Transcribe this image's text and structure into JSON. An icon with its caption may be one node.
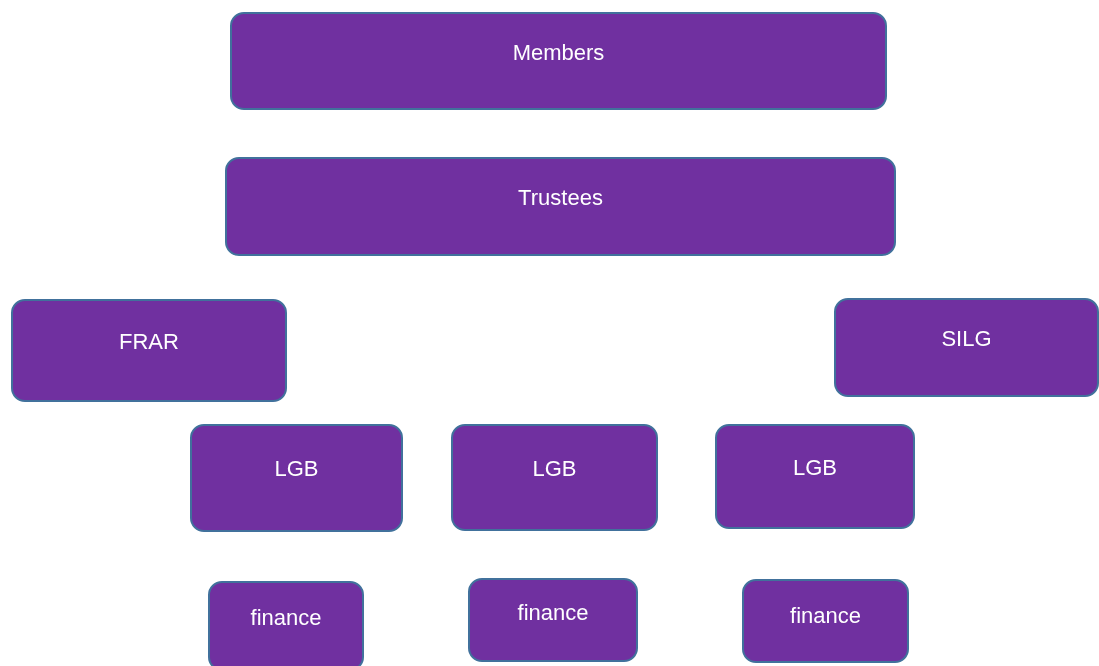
{
  "diagram": {
    "nodes": [
      {
        "text": [
          "Members"
        ]
      },
      {
        "text": [
          "Trustees"
        ]
      },
      {
        "text": [
          "FRAR"
        ]
      },
      {
        "text": [
          "SILG"
        ]
      },
      {
        "text": [
          "LGB"
        ]
      },
      {
        "text": [
          "LGB"
        ]
      },
      {
        "text": [
          "LGB"
        ]
      },
      {
        "text": [
          "finance"
        ]
      },
      {
        "text": [
          "finance"
        ]
      },
      {
        "text": [
          "finance"
        ]
      }
    ]
  }
}
